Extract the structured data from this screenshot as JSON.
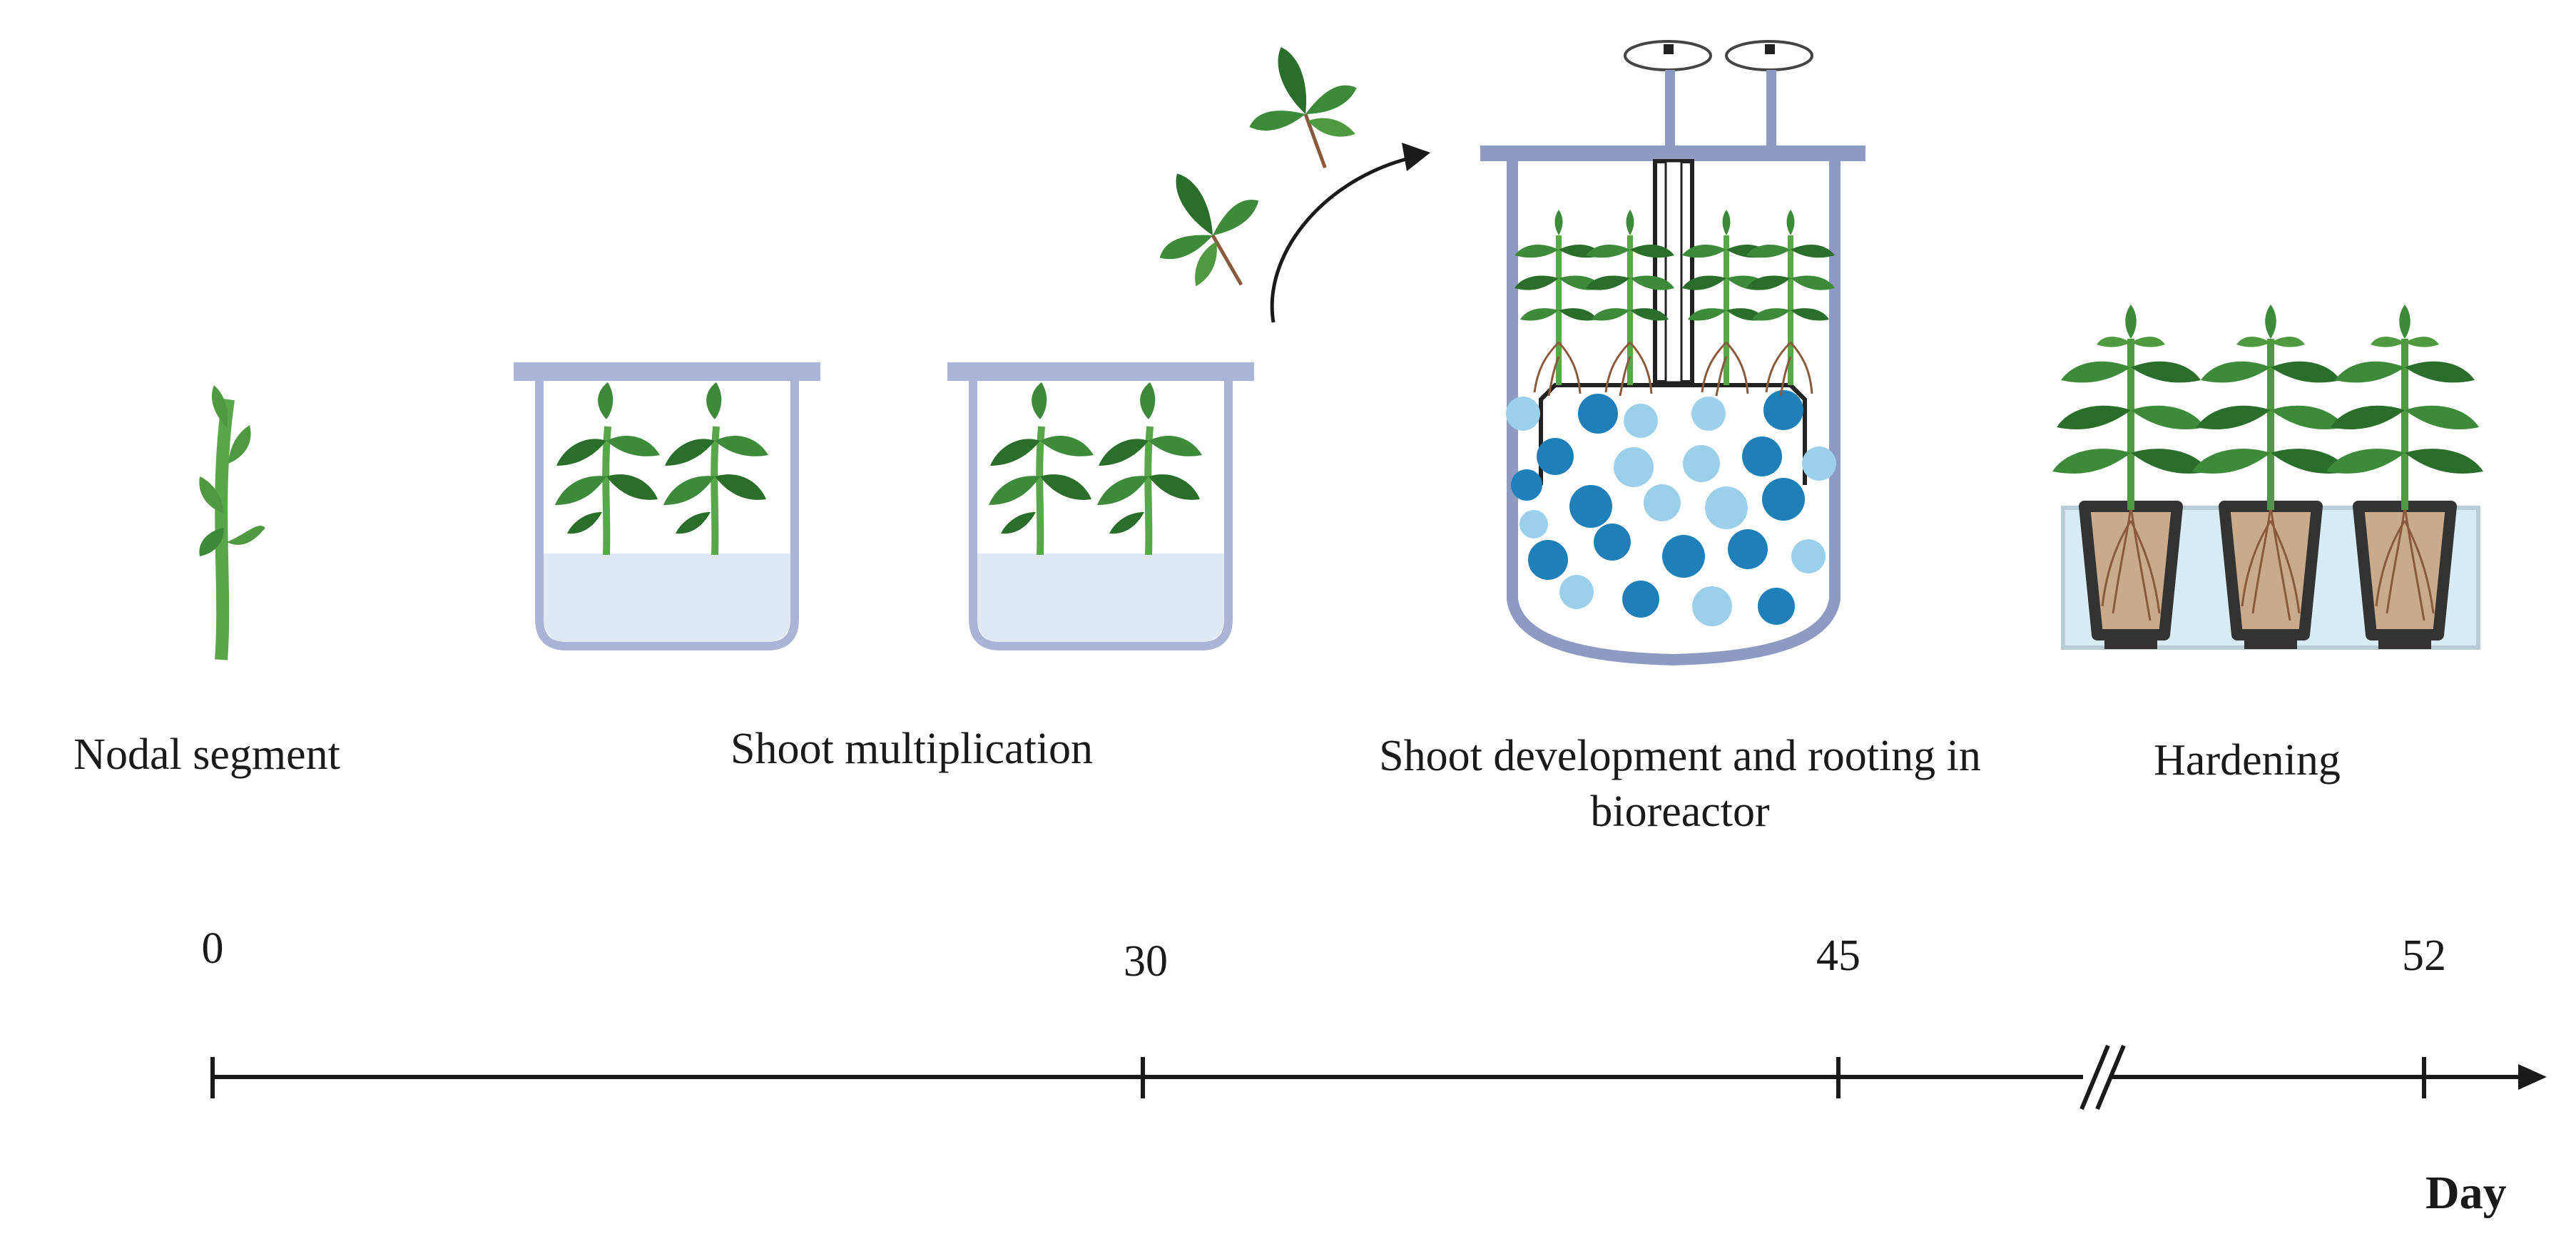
{
  "stages": [
    {
      "name": "Nodal segment"
    },
    {
      "name": "Shoot multiplication"
    },
    {
      "name": "Shoot development and rooting in",
      "name_line2": "bioreactor"
    },
    {
      "name": "Hardening"
    }
  ],
  "timeline": {
    "ticks": [
      "0",
      "30",
      "45",
      "52"
    ],
    "unit": "Day",
    "has_axis_break": true
  },
  "colors": {
    "leaf": "#3c8a3a",
    "leaf_dark": "#2b6e2c",
    "stem": "#5aa64a",
    "vessel_frame": "#8f9ac3",
    "vessel_lid": "#a9b4d6",
    "medium": "#dfe8f3",
    "bubble_dark": "#1f7fb8",
    "bubble_light": "#9cd0ea",
    "soil": "#c9ab8c",
    "pot": "#333333",
    "water": "#d6ecf2",
    "root": "#8a5a3c",
    "axis": "#1a1a1a"
  },
  "icons": {
    "arrow": "curved-transfer-arrow",
    "break": "double-slash-axis-break"
  }
}
